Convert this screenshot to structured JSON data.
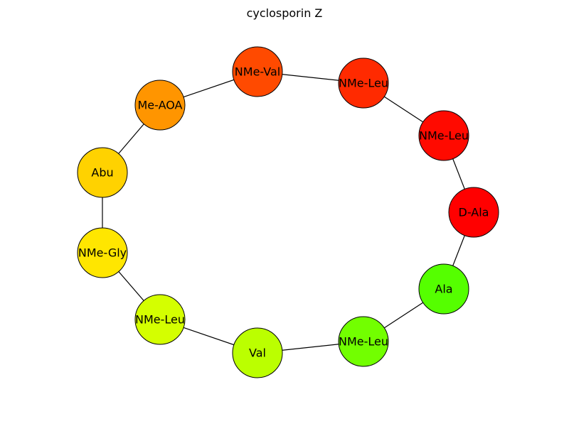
{
  "title": "cyclosporin Z",
  "nodes": [
    {
      "id": "n1",
      "label": "NMe-Val",
      "color": "#ff4a00"
    },
    {
      "id": "n2",
      "label": "NMe-Leu",
      "color": "#ff2a00"
    },
    {
      "id": "n3",
      "label": "NMe-Leu",
      "color": "#ff0a00"
    },
    {
      "id": "n4",
      "label": "D-Ala",
      "color": "#ff0000"
    },
    {
      "id": "n5",
      "label": "Ala",
      "color": "#55ff00"
    },
    {
      "id": "n6",
      "label": "NMe-Leu",
      "color": "#72ff00"
    },
    {
      "id": "n7",
      "label": "Val",
      "color": "#bbff00"
    },
    {
      "id": "n8",
      "label": "NMe-Leu",
      "color": "#d4ff00"
    },
    {
      "id": "n9",
      "label": "NMe-Gly",
      "color": "#ffe600"
    },
    {
      "id": "n10",
      "label": "Abu",
      "color": "#ffd200"
    },
    {
      "id": "n11",
      "label": "Me-AOA",
      "color": "#ff9500"
    }
  ],
  "edges": [
    [
      "n1",
      "n2"
    ],
    [
      "n2",
      "n3"
    ],
    [
      "n3",
      "n4"
    ],
    [
      "n4",
      "n5"
    ],
    [
      "n5",
      "n6"
    ],
    [
      "n6",
      "n7"
    ],
    [
      "n7",
      "n8"
    ],
    [
      "n8",
      "n9"
    ],
    [
      "n9",
      "n10"
    ],
    [
      "n10",
      "n11"
    ],
    [
      "n11",
      "n1"
    ]
  ]
}
